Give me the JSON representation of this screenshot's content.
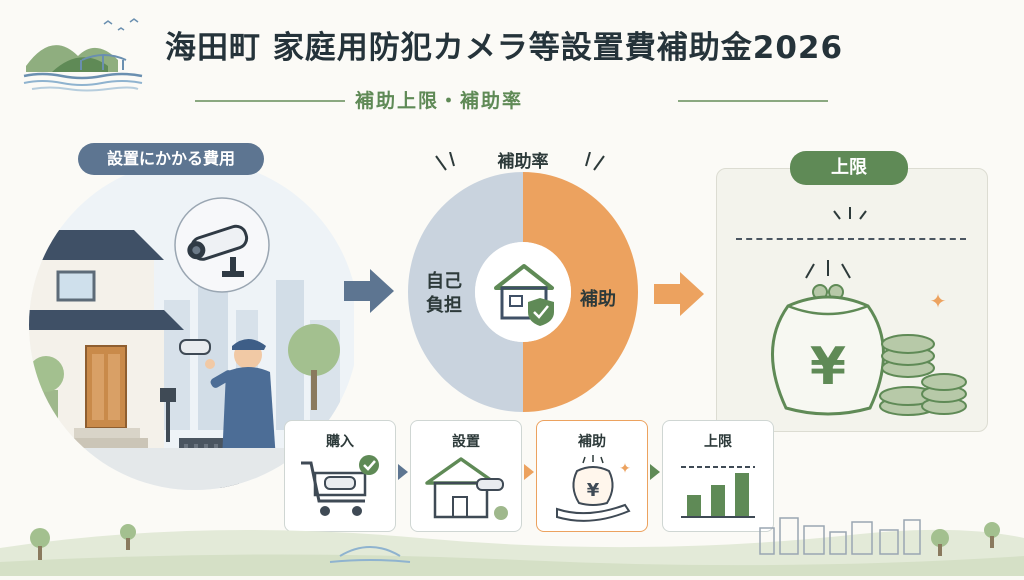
{
  "header": {
    "title": "海田町 家庭用防犯カメラ等設置費補助金2026",
    "subtitle": "補助上限・補助率"
  },
  "left_panel": {
    "label": "設置にかかる費用"
  },
  "donut": {
    "title": "補助率",
    "self_label_line1": "自己",
    "self_label_line2": "負担",
    "subsidy_label": "補助"
  },
  "limit_panel": {
    "label": "上限"
  },
  "steps": [
    {
      "label": "購入"
    },
    {
      "label": "設置"
    },
    {
      "label": "補助"
    },
    {
      "label": "上限"
    }
  ],
  "colors": {
    "green": "#5f8a56",
    "orange": "#eca25f",
    "blue_gray": "#5d7591",
    "donut_gray": "#c9d3de"
  }
}
